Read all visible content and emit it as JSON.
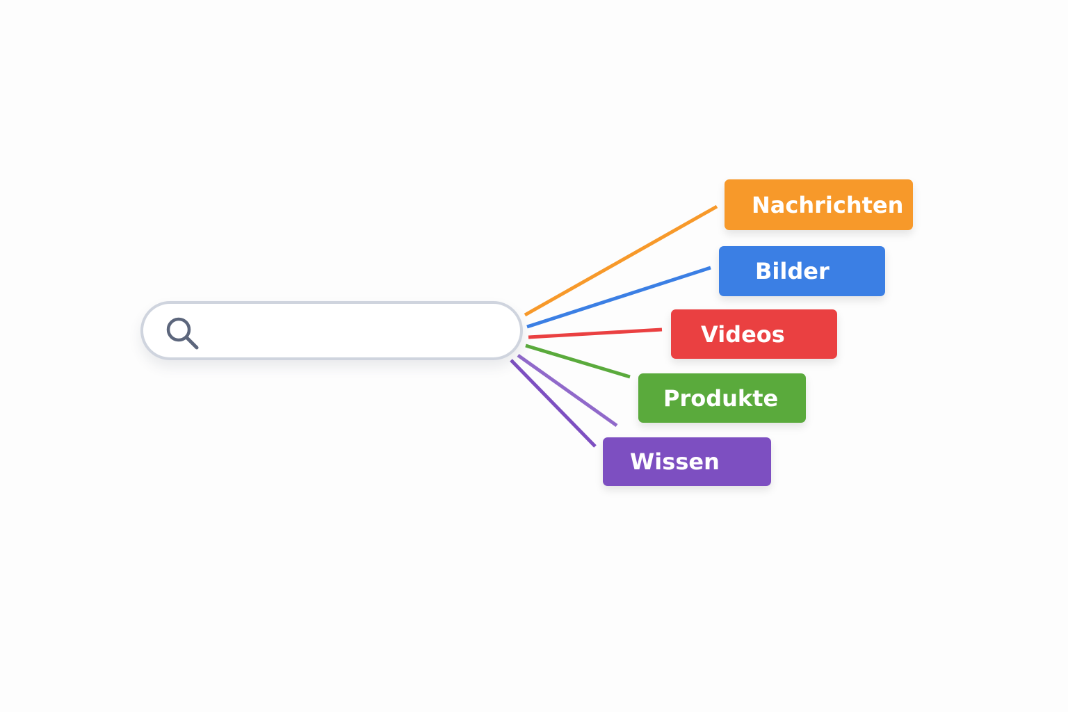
{
  "search": {
    "value": "",
    "placeholder": ""
  },
  "categories": [
    {
      "label": "Nachrichten",
      "color": "#f7992a"
    },
    {
      "label": "Bilder",
      "color": "#3b7fe4"
    },
    {
      "label": "Videos",
      "color": "#ea4041"
    },
    {
      "label": "Produkte",
      "color": "#5aaa3c"
    },
    {
      "label": "Wissen",
      "color": "#7d4fc1"
    }
  ],
  "colors": {
    "search_border": "#cfd4de",
    "icon": "#5c667c",
    "background": "#fdfdfd"
  },
  "icons": {
    "search": "magnifying-glass"
  }
}
